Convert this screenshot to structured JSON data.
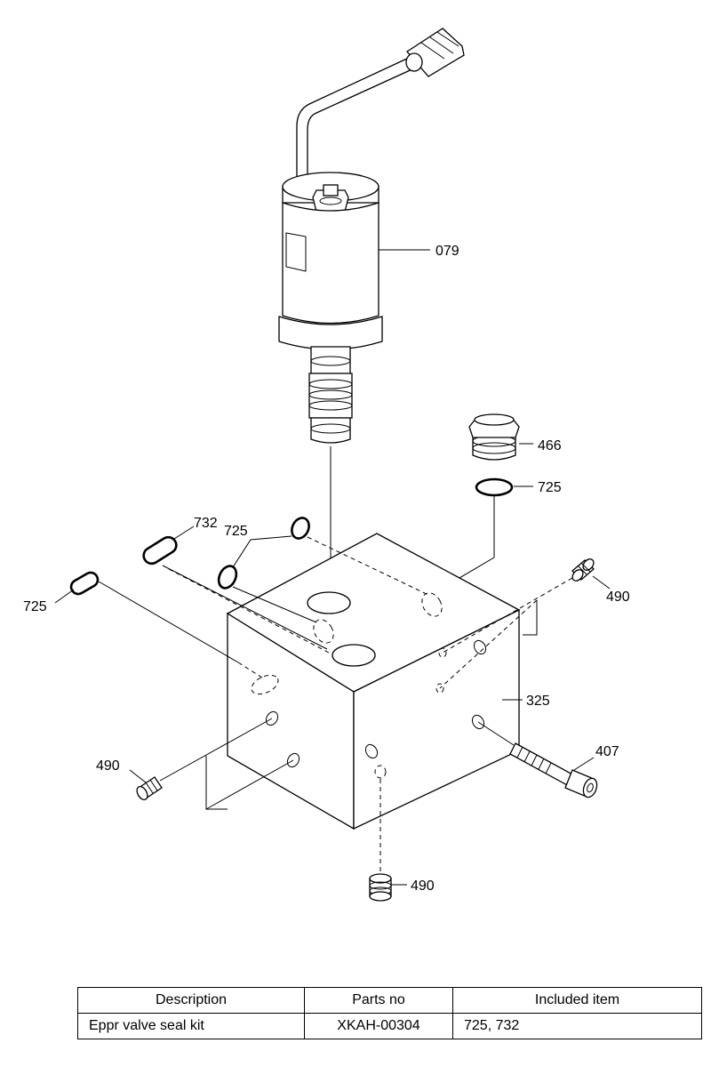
{
  "labels": {
    "solenoid": "079",
    "plug": "466",
    "oring_plug": "725",
    "seal_732": "732",
    "oring_725_mid": "725",
    "oring_725_left": "725",
    "block": "325",
    "screw_right": "490",
    "screw_left": "490",
    "screw_bottom": "490",
    "bolt": "407"
  },
  "table": {
    "headers": [
      "Description",
      "Parts no",
      "Included item"
    ],
    "rows": [
      [
        "Eppr valve seal kit",
        "XKAH-00304",
        "725, 732"
      ]
    ]
  }
}
